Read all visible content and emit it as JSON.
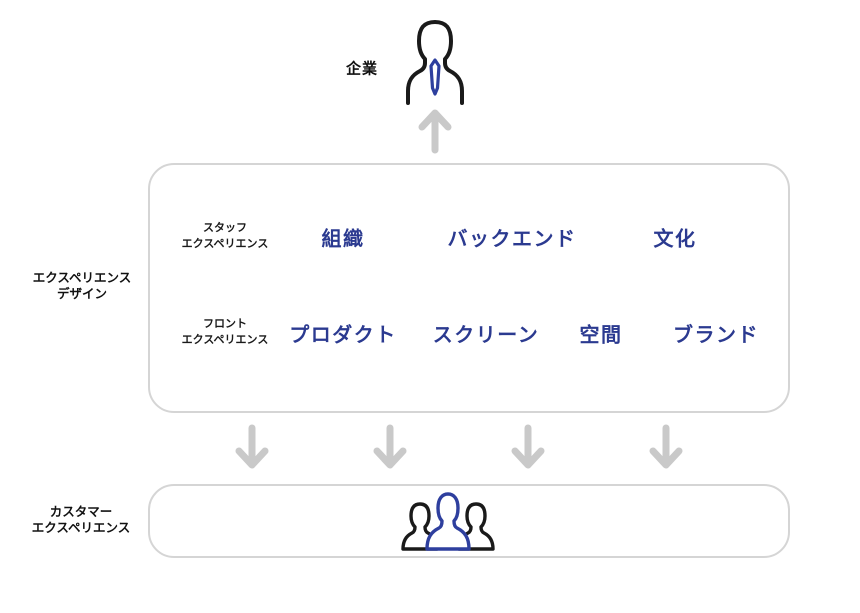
{
  "colors": {
    "accent_blue": "#2b3a90",
    "icon_blue": "#2e3f9e",
    "arrow_gray": "#c9c9c9",
    "border_gray": "#d5d5d5",
    "text_black": "#111111"
  },
  "top": {
    "company_label": "企業",
    "person_icon": "business-person-icon"
  },
  "experience_design": {
    "side_label_line1": "エクスペリエンス",
    "side_label_line2": "デザイン",
    "rows": [
      {
        "group_label_line1": "スタッフ",
        "group_label_line2": "エクスペリエンス",
        "items": [
          "組織",
          "バックエンド",
          "文化"
        ]
      },
      {
        "group_label_line1": "フロント",
        "group_label_line2": "エクスペリエンス",
        "items": [
          "プロダクト",
          "スクリーン",
          "空間",
          "ブランド"
        ]
      }
    ]
  },
  "customer_experience": {
    "side_label_line1": "カスタマー",
    "side_label_line2": "エクスペリエンス",
    "people_icon": "customers-group-icon"
  }
}
